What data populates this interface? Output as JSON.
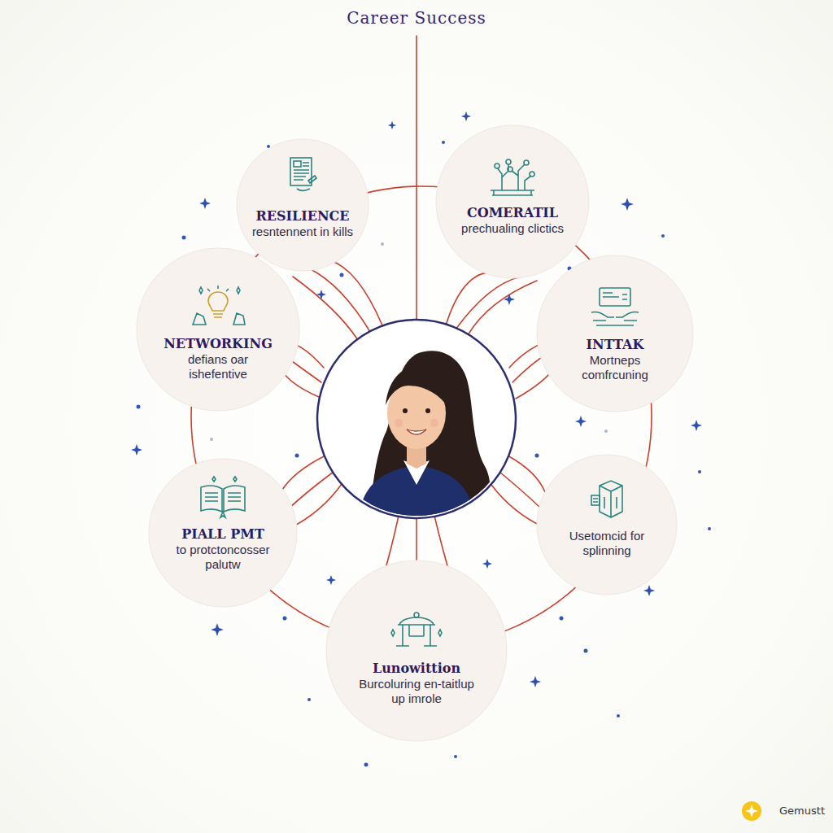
{
  "diagram": {
    "title": "Career Success",
    "nodes": [
      {
        "text": [
          "RESILIENCE",
          "resntennent in kills"
        ]
      },
      {
        "text": [
          "COMERATIL",
          "prechualing clictics"
        ]
      },
      {
        "text": [
          "NETWORKING",
          "defians oar ishefentive"
        ]
      },
      {
        "text": [
          "INTTAK",
          "Mortneps comfrcuning"
        ]
      },
      {
        "text": [
          "PIALL PMT",
          "to protctoncosser palutw"
        ]
      },
      {
        "text": [
          "Usetomcid for splinning"
        ]
      },
      {
        "text": [
          "Lunowittion",
          "Burcoluring en-taitlup up imrole"
        ]
      }
    ],
    "labels": [
      "Gemustt"
    ]
  }
}
